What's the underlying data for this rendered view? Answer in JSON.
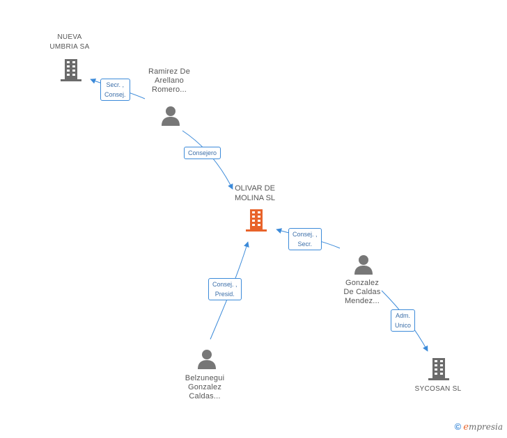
{
  "colors": {
    "person": "#777777",
    "company": "#6b6b6b",
    "focus_company": "#e8632a",
    "edge": "#3b8ad9"
  },
  "nodes": {
    "nueva_umbria": {
      "line1": "NUEVA",
      "line2": "UMBRIA SA",
      "icon": "building-icon"
    },
    "ramirez": {
      "line1": "Ramirez De",
      "line2": "Arellano",
      "line3": "Romero...",
      "icon": "person-icon"
    },
    "olivar": {
      "line1": "OLIVAR DE",
      "line2": "MOLINA SL",
      "icon": "building-icon"
    },
    "gonzalez": {
      "line1": "Gonzalez",
      "line2": "De Caldas",
      "line3": "Mendez...",
      "icon": "person-icon"
    },
    "belzunegui": {
      "line1": "Belzunegui",
      "line2": "Gonzalez",
      "line3": "Caldas...",
      "icon": "person-icon"
    },
    "sycosan": {
      "line1": "SYCOSAN SL",
      "icon": "building-icon"
    }
  },
  "edges": {
    "ramirez_nueva": {
      "line1": "Secr. ,",
      "line2": "Consej."
    },
    "ramirez_olivar": {
      "line1": "Consejero"
    },
    "gonzalez_olivar": {
      "line1": "Consej. ,",
      "line2": "Secr."
    },
    "belzunegui_olivar": {
      "line1": "Consej. ,",
      "line2": "Presid."
    },
    "gonzalez_sycosan": {
      "line1": "Adm.",
      "line2": "Unico"
    }
  },
  "brand": {
    "copyright": "©",
    "e": "e",
    "rest": "mpresia"
  }
}
